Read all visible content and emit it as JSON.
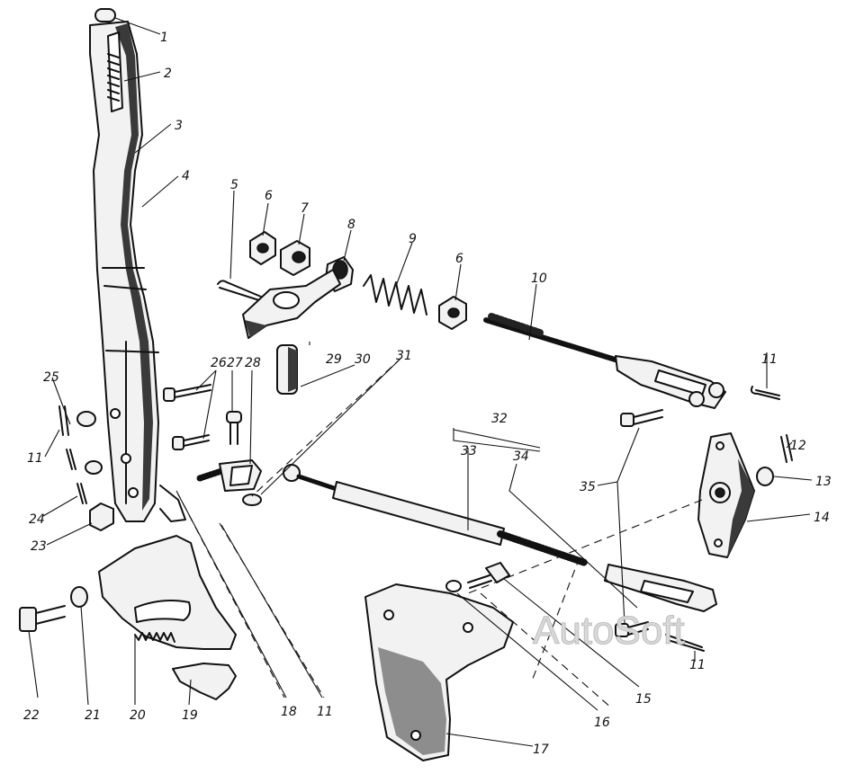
{
  "labels": {
    "l1": "1",
    "l2": "2",
    "l3": "3",
    "l4": "4",
    "l5": "5",
    "l6a": "6",
    "l6b": "6",
    "l7": "7",
    "l8": "8",
    "l9": "9",
    "l10": "10",
    "l11a": "11",
    "l11b": "11",
    "l11c": "11",
    "l11d": "11",
    "l12": "12",
    "l13": "13",
    "l14": "14",
    "l15": "15",
    "l16": "16",
    "l17": "17",
    "l18": "18",
    "l19": "19",
    "l20": "20",
    "l21": "21",
    "l22": "22",
    "l23": "23",
    "l24": "24",
    "l25": "25",
    "l26": "26",
    "l27": "27",
    "l28": "28",
    "l29": "29",
    "l30": "30",
    "l31": "31",
    "l32": "32",
    "l33": "33",
    "l34": "34",
    "l35": "35"
  },
  "watermark": "AutoSoft"
}
